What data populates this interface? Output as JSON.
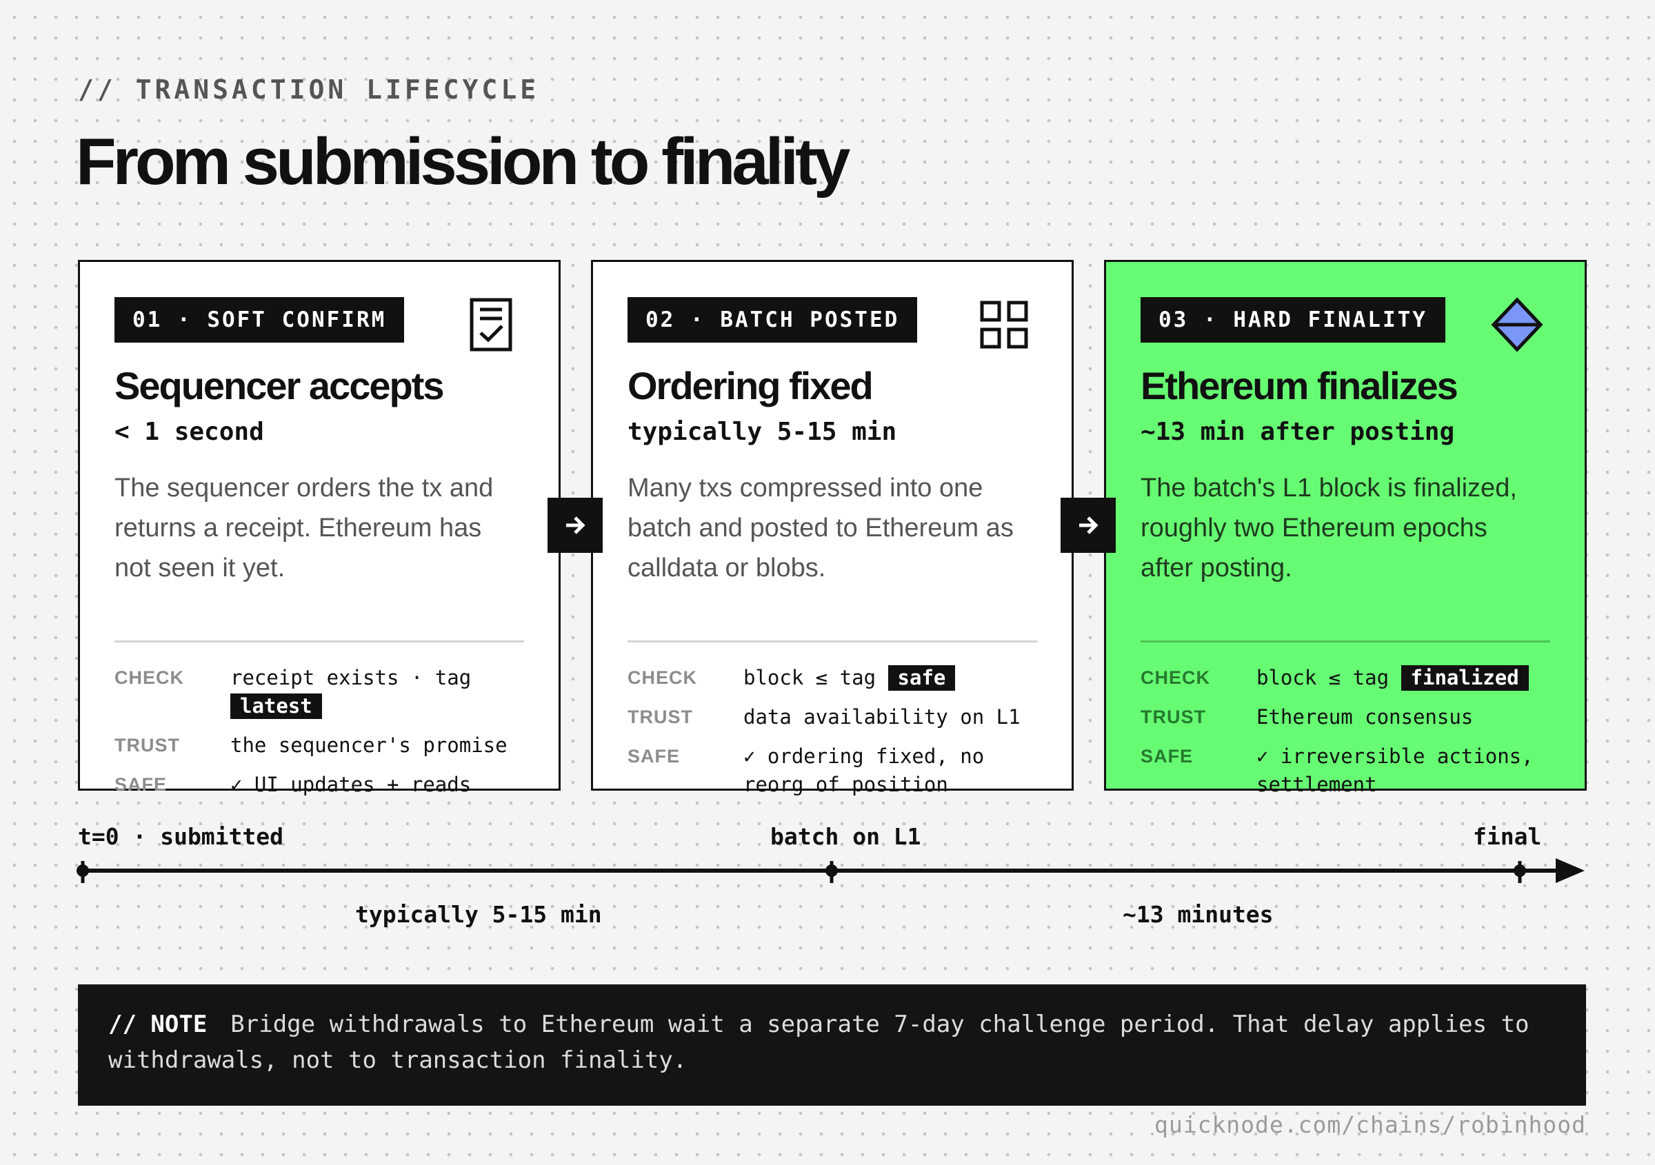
{
  "header": {
    "eyebrow": "// TRANSACTION LIFECYCLE",
    "title": "From submission to finality"
  },
  "stages": [
    {
      "badge": "01 · SOFT CONFIRM",
      "icon": "receipt-check-icon",
      "title": "Sequencer accepts",
      "time": "< 1 second",
      "description": "The sequencer orders the tx and returns a receipt. Ethereum has not seen it yet.",
      "check_key": "CHECK",
      "check_text": "receipt exists · tag",
      "check_tag": "latest",
      "trust_key": "TRUST",
      "trust_value": "the sequencer's promise",
      "safe_key": "SAFE",
      "safe_value": "✓ UI updates + reads"
    },
    {
      "badge": "02 · BATCH POSTED",
      "icon": "grid-blocks-icon",
      "title": "Ordering fixed",
      "time": "typically 5-15 min",
      "description": "Many txs compressed into one batch and posted to Ethereum as calldata or blobs.",
      "check_key": "CHECK",
      "check_text": "block ≤ tag",
      "check_tag": "safe",
      "trust_key": "TRUST",
      "trust_value": "data availability on L1",
      "safe_key": "SAFE",
      "safe_value": "✓ ordering fixed, no reorg of position"
    },
    {
      "badge": "03 · HARD FINALITY",
      "icon": "ethereum-diamond-icon",
      "title": "Ethereum finalizes",
      "time": "~13 min after posting",
      "description": "The batch's L1 block is finalized, roughly two Ethereum epochs after posting.",
      "check_key": "CHECK",
      "check_text": "block ≤ tag",
      "check_tag": "finalized",
      "trust_key": "TRUST",
      "trust_value": "Ethereum consensus",
      "safe_key": "SAFE",
      "safe_value": "✓ irreversible actions, settlement"
    }
  ],
  "timeline": {
    "start_label": "t=0 · submitted",
    "mid_label": "batch on L1",
    "end_label": "final",
    "segment1_label": "typically 5-15 min",
    "segment2_label": "~13 minutes"
  },
  "note": {
    "label": "// NOTE",
    "text": "Bridge withdrawals to Ethereum wait a separate 7-day challenge period. That delay applies to withdrawals, not to transaction finality."
  },
  "footer": {
    "url": "quicknode.com/chains/robinhood"
  },
  "colors": {
    "accent_green": "#66fb73",
    "dark": "#111111",
    "eth_blue": "#7a96f7"
  }
}
